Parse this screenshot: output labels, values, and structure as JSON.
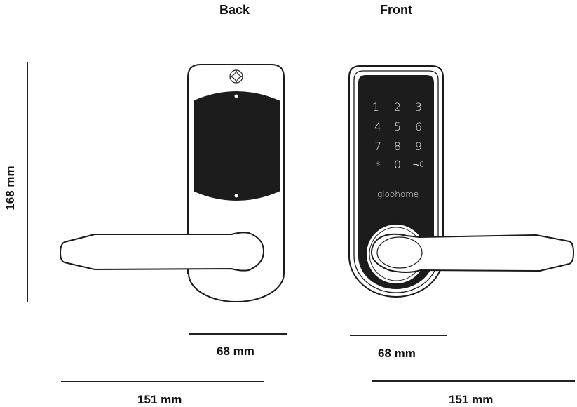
{
  "views": {
    "back": {
      "title": "Back"
    },
    "front": {
      "title": "Front",
      "keypad": {
        "keys": [
          "1",
          "2",
          "3",
          "4",
          "5",
          "6",
          "7",
          "8",
          "9",
          "*",
          "0",
          "⊸0"
        ],
        "brand": "igloohome"
      }
    }
  },
  "dimensions": {
    "height": "168 mm",
    "back_width": "68 mm",
    "back_length": "151 mm",
    "front_width": "68 mm",
    "front_length": "151 mm"
  },
  "colors": {
    "stroke": "#1a1a1a",
    "panel": "#1c1c1c",
    "background": "#ffffff"
  }
}
